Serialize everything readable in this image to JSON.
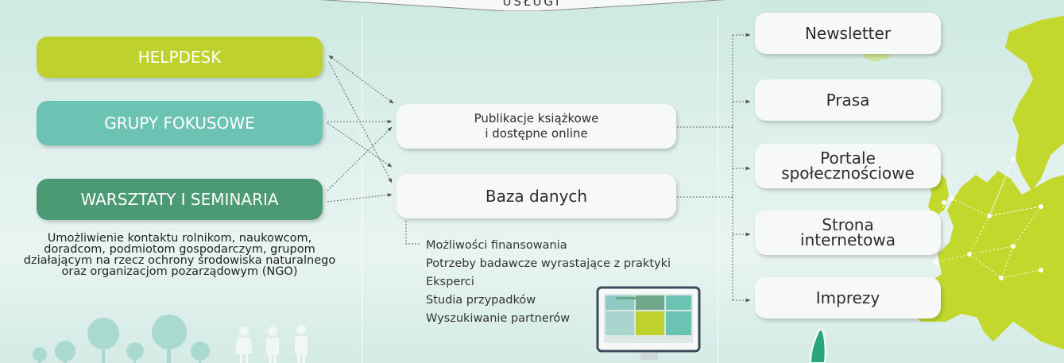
{
  "banner": {
    "label": "USŁUGI"
  },
  "left_column": {
    "buttons": [
      {
        "label": "HELPDESK",
        "color": "#bfd12c"
      },
      {
        "label": "GRUPY FOKUSOWE",
        "color": "#6cc3b4"
      },
      {
        "label": "WARSZTATY I SEMINARIA",
        "color": "#4b9a74"
      }
    ],
    "description": "Umożliwienie kontaktu rolnikom, naukowcom, doradcom, podmiotom gospodarczym, grupom działającym na rzecz ochrony środowiska naturalnego oraz organizacjom pozarządowym (NGO)"
  },
  "middle_column": {
    "publications": {
      "line1": "Publikacje książkowe",
      "line2": "i dostępne online"
    },
    "database": {
      "label": "Baza danych"
    },
    "database_items": [
      "Możliwości finansowania",
      "Potrzeby badawcze wyrastające z praktyki",
      "Eksperci",
      "Studia przypadków",
      "Wyszukiwanie partnerów"
    ],
    "monitor_tile_colors": [
      "#8fc9c1",
      "#6fa88b",
      "#6cc3b4",
      "#a9d5cf",
      "#bfd12c",
      "#6cc3b4"
    ]
  },
  "right_column": {
    "newsletter": "Newsletter",
    "press": "Prasa",
    "social": {
      "line1": "Portale",
      "line2": "społecznościowe"
    },
    "website": {
      "line1": "Strona",
      "line2": "internetowa"
    },
    "events": "Imprezy"
  },
  "colors": {
    "lime": "#bfd12c",
    "teal": "#6cc3b4",
    "green": "#4b9a74",
    "map": "#c3d82d"
  }
}
